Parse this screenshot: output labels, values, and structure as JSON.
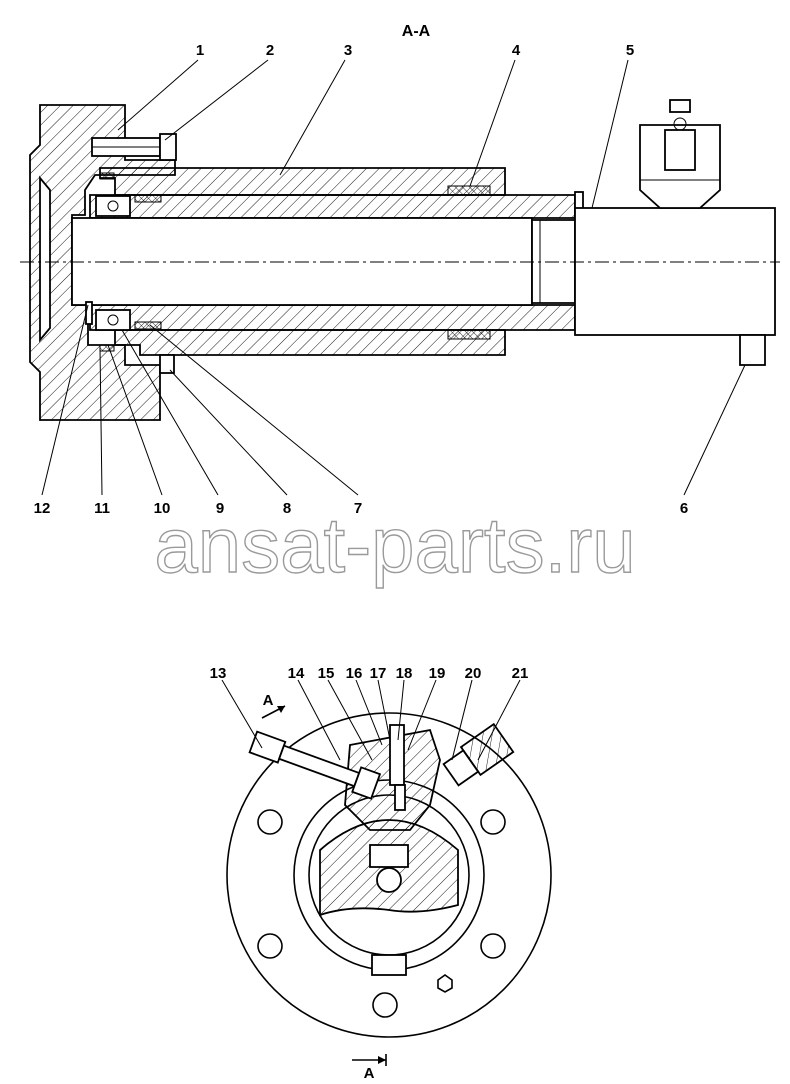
{
  "section_title": "А-А",
  "watermark": "ansat-parts.ru",
  "top_view": {
    "callouts": [
      "1",
      "2",
      "3",
      "4",
      "5",
      "6",
      "7",
      "8",
      "9",
      "10",
      "11",
      "12"
    ]
  },
  "bottom_view": {
    "callouts": [
      "13",
      "14",
      "15",
      "16",
      "17",
      "18",
      "19",
      "20",
      "21"
    ],
    "cut_marker_top": "А",
    "cut_marker_bottom": "А"
  },
  "icons": [
    "section-arrow-icon",
    "nut-icon",
    "bolt-icon"
  ]
}
